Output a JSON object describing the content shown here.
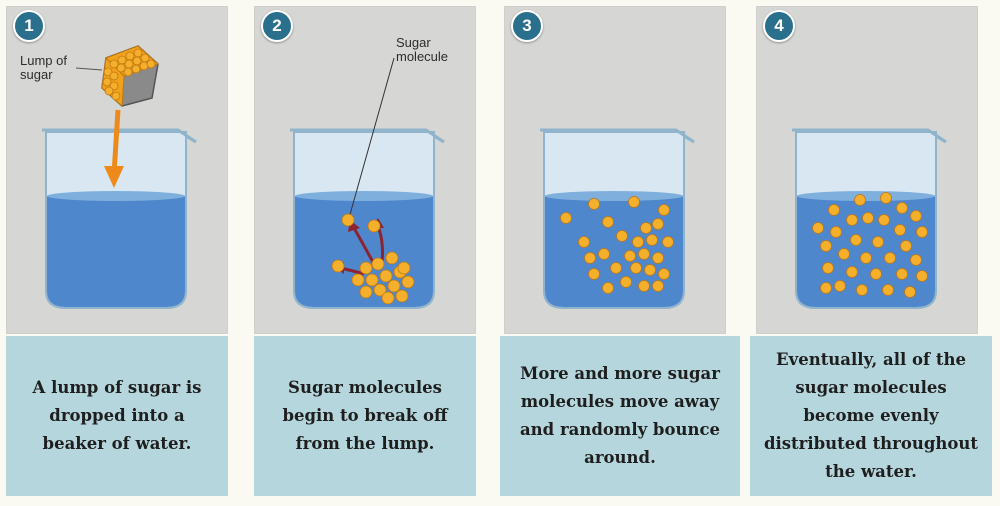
{
  "panels": [
    {
      "number": "1",
      "caption": "A lump of sugar is dropped into a beaker of water.",
      "label": "Lump of sugar"
    },
    {
      "number": "2",
      "caption": "Sugar molecules begin to break off from the lump.",
      "label": "Sugar molecule"
    },
    {
      "number": "3",
      "caption": "More and more sugar molecules move away and randomly bounce around."
    },
    {
      "number": "4",
      "caption": "Eventually, all of the sugar molecules become evenly distributed throughout the water."
    }
  ],
  "colors": {
    "panel_bg": "#d6d6d4",
    "caption_bg": "#b6d6de",
    "badge": "#2a6f8c",
    "water": "#4f87cc",
    "sugar": "#f0a21c",
    "arrow_orange": "#ee8a1a",
    "arrow_red": "#8b2333"
  }
}
